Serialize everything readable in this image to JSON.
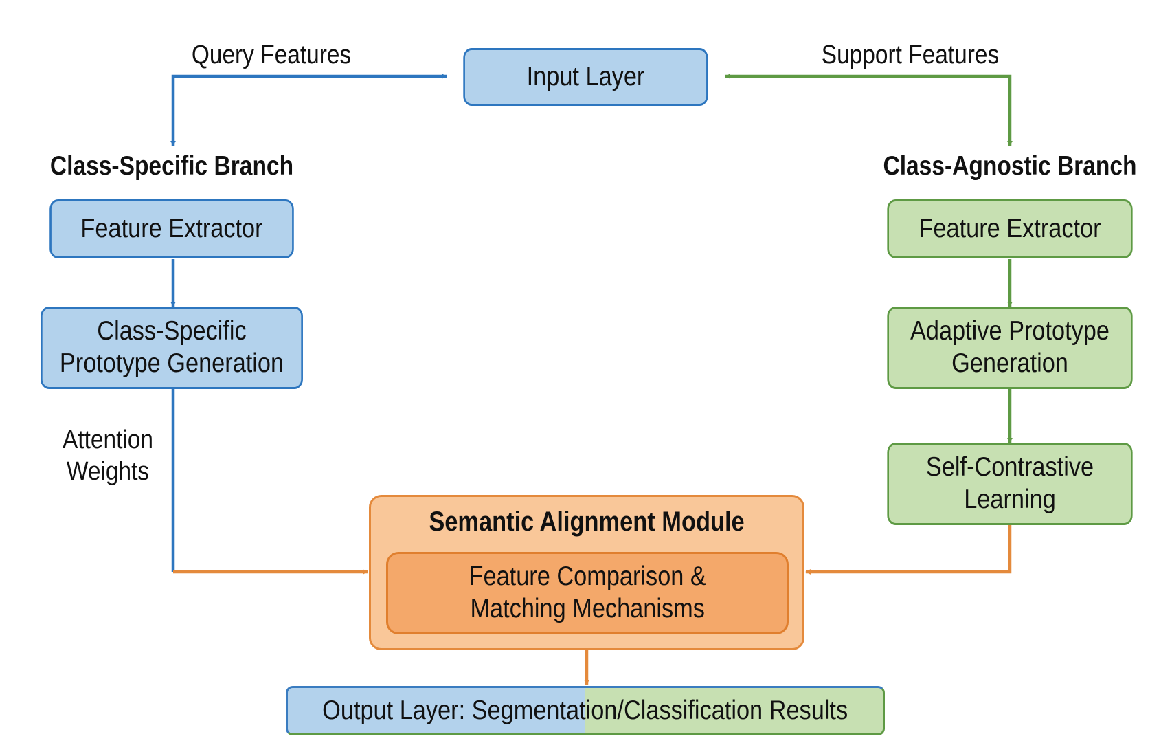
{
  "input_layer": "Input Layer",
  "edges": {
    "query_features": "Query Features",
    "support_features": "Support Features",
    "attention_weights": "Attention\nWeights"
  },
  "class_specific": {
    "heading": "Class-Specific Branch",
    "feature_extractor": "Feature Extractor",
    "prototype_generation": "Class-Specific\nPrototype Generation"
  },
  "class_agnostic": {
    "heading": "Class-Agnostic Branch",
    "feature_extractor": "Feature Extractor",
    "prototype_generation": "Adaptive Prototype\nGeneration",
    "self_contrastive": "Self-Contrastive\nLearning"
  },
  "alignment_module": {
    "title": "Semantic Alignment Module",
    "inner": "Feature Comparison &\nMatching Mechanisms"
  },
  "output_layer": "Output Layer: Segmentation/Classification Results",
  "colors": {
    "blue_fill": "#b3d2ec",
    "blue_stroke": "#2d76bf",
    "green_fill": "#c7e0b2",
    "green_stroke": "#5e9a44",
    "orange_fill": "#f9c799",
    "orange_stroke": "#e48a3c"
  }
}
